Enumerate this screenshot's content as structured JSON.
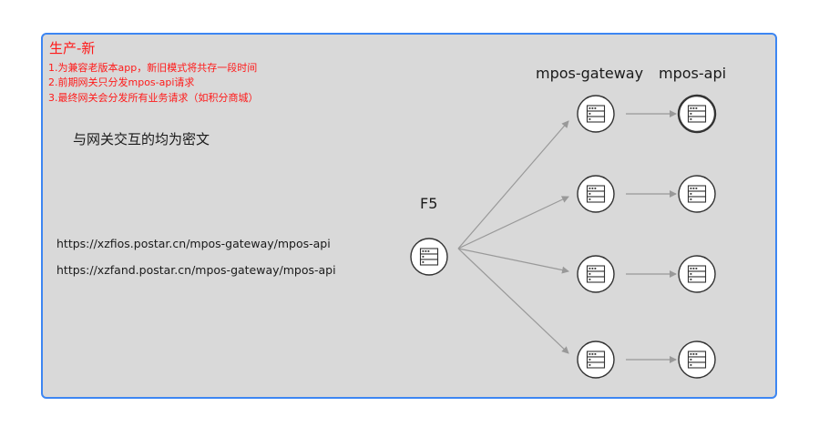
{
  "panel": {
    "title": "生产-新",
    "notes": [
      "1.为兼容老版本app，新旧模式将共存一段时间",
      "2.前期网关只分发mpos-api请求",
      "3.最终网关会分发所有业务请求（如积分商城）"
    ],
    "encryption_note": "与网关交互的均为密文",
    "urls": [
      "https://xzfios.postar.cn/mpos-gateway/mpos-api",
      "https://xzfand.postar.cn/mpos-gateway/mpos-api"
    ]
  },
  "labels": {
    "f5": "F5",
    "gateway": "mpos-gateway",
    "api": "mpos-api"
  },
  "colors": {
    "panel_bg": "#d9d9d9",
    "panel_border": "#3d86f2",
    "notes": "#ff1a1a",
    "arrows": "#999999"
  },
  "icons": {
    "server": "server-rack-icon"
  }
}
